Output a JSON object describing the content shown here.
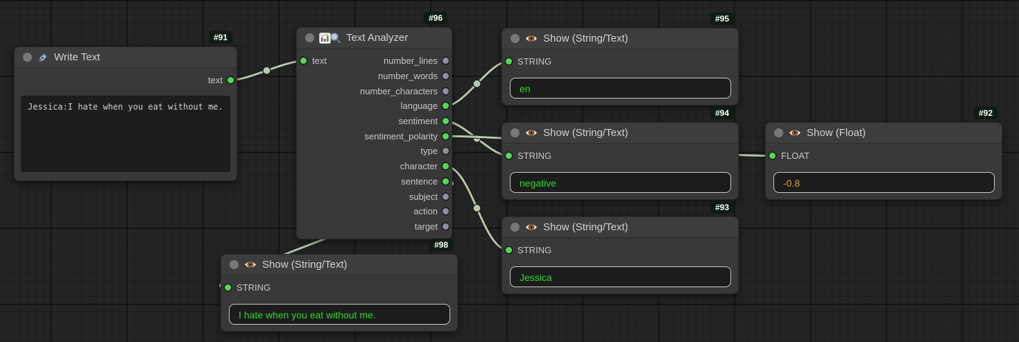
{
  "app": {
    "name": "node-graph-editor"
  },
  "colors": {
    "wire": "#b7c6ad",
    "wire_shadow": "#1a1a1a",
    "port_connected": "#52da52",
    "port_idle": "#8f8f9c",
    "value_green": "#2bdb2b",
    "value_orange": "#e09c28",
    "badge_bg": "#0f1a13",
    "node_bg": "#383838"
  },
  "nodes": {
    "write_text": {
      "badge": "#91",
      "title": "Write Text",
      "icon": "pen-icon",
      "output": "text",
      "textarea": "Jessica:I hate when you eat without me."
    },
    "text_analyzer": {
      "badge": "#96",
      "title": "Text Analyzer",
      "icon": "bar-chart-magnifier-icon",
      "input": "text",
      "outputs": [
        "number_lines",
        "number_words",
        "number_characters",
        "language",
        "sentiment",
        "sentiment_polarity",
        "type",
        "character",
        "sentence",
        "subject",
        "action",
        "target"
      ]
    },
    "show_language": {
      "badge": "#95",
      "title": "Show (String/Text)",
      "icon": "eye-icon",
      "input": "STRING",
      "value": "en"
    },
    "show_sentiment": {
      "badge": "#94",
      "title": "Show (String/Text)",
      "icon": "eye-icon",
      "input": "STRING",
      "value": "negative"
    },
    "show_polarity": {
      "badge": "#92",
      "title": "Show (Float)",
      "icon": "eye-icon",
      "input": "FLOAT",
      "value": "-0.8"
    },
    "show_character": {
      "badge": "#93",
      "title": "Show (String/Text)",
      "icon": "eye-icon",
      "input": "STRING",
      "value": "Jessica"
    },
    "show_sentence": {
      "badge": "#98",
      "title": "Show (String/Text)",
      "icon": "eye-icon",
      "input": "STRING",
      "value": "I hate when you eat without me."
    }
  },
  "links": [
    {
      "from": "91:text",
      "to": "96:text"
    },
    {
      "from": "96:language",
      "to": "95:STRING"
    },
    {
      "from": "96:sentiment",
      "to": "94:STRING"
    },
    {
      "from": "96:sentiment_polarity",
      "to": "92:FLOAT"
    },
    {
      "from": "96:character",
      "to": "93:STRING"
    },
    {
      "from": "96:sentence",
      "to": "98:STRING"
    }
  ]
}
